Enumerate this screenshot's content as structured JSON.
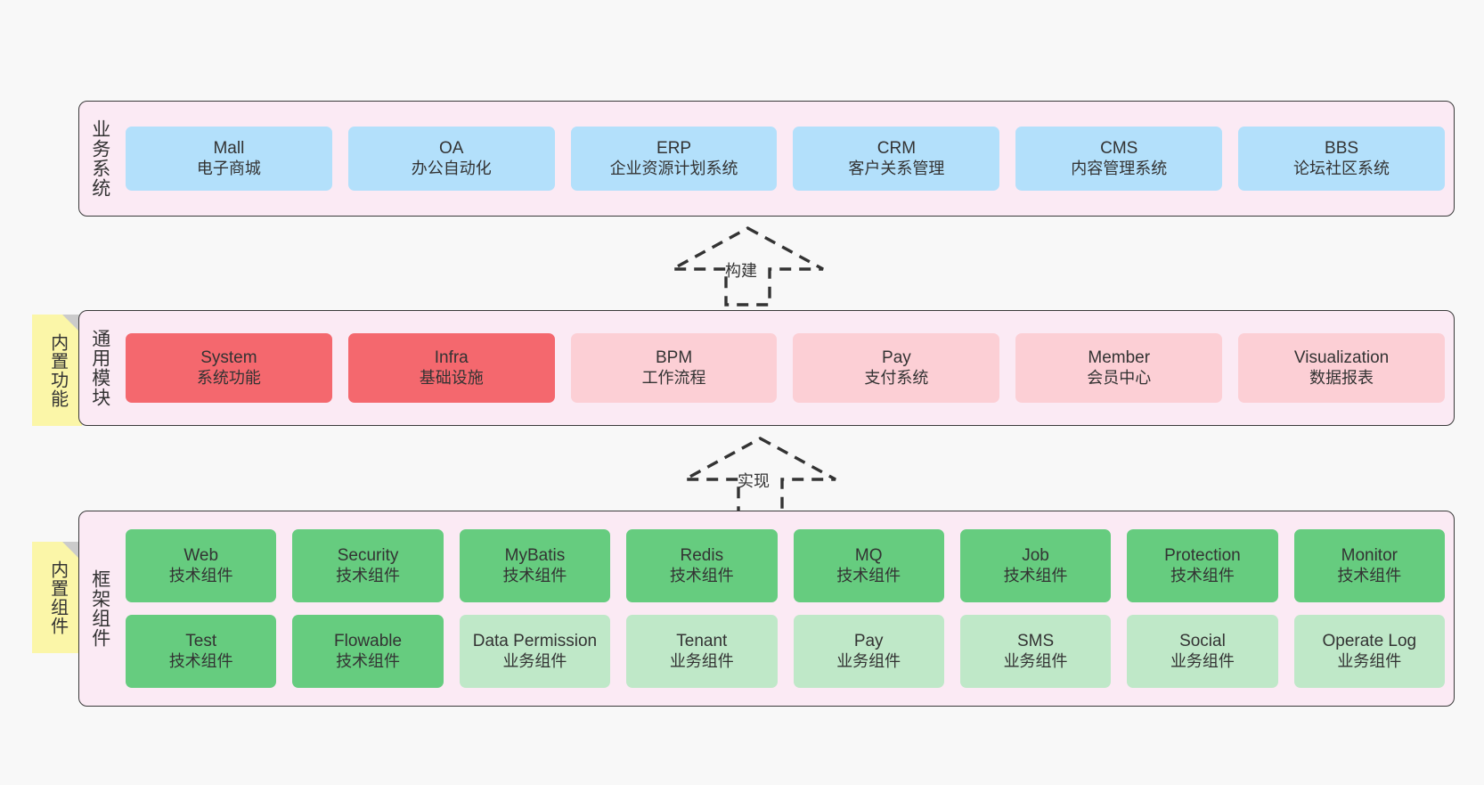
{
  "diagram": {
    "background": "#f8f8f8",
    "panel_fill": "#fbeaf4",
    "note_fill": "#fbf6a8",
    "colors": {
      "business": "#b3e0fb",
      "core_module": "#f4686e",
      "optional_module": "#fccfd5",
      "tech_component": "#66cc7f",
      "biz_component": "#bfe8c8"
    }
  },
  "layers": [
    {
      "id": "business-system",
      "title": "业务系统",
      "rows": [
        {
          "cards": [
            {
              "en": "Mall",
              "cn": "电子商城",
              "style": "blue"
            },
            {
              "en": "OA",
              "cn": "办公自动化",
              "style": "blue"
            },
            {
              "en": "ERP",
              "cn": "企业资源计划系统",
              "style": "blue"
            },
            {
              "en": "CRM",
              "cn": "客户关系管理",
              "style": "blue"
            },
            {
              "en": "CMS",
              "cn": "内容管理系统",
              "style": "blue"
            },
            {
              "en": "BBS",
              "cn": "论坛社区系统",
              "style": "blue"
            }
          ]
        }
      ]
    },
    {
      "id": "common-module",
      "title": "通用模块",
      "note": "内置功能",
      "rows": [
        {
          "cards": [
            {
              "en": "System",
              "cn": "系统功能",
              "style": "red"
            },
            {
              "en": "Infra",
              "cn": "基础设施",
              "style": "red"
            },
            {
              "en": "BPM",
              "cn": "工作流程",
              "style": "pink"
            },
            {
              "en": "Pay",
              "cn": "支付系统",
              "style": "pink"
            },
            {
              "en": "Member",
              "cn": "会员中心",
              "style": "pink"
            },
            {
              "en": "Visualization",
              "cn": "数据报表",
              "style": "pink"
            }
          ]
        }
      ]
    },
    {
      "id": "framework-component",
      "title": "框架组件",
      "note": "内置组件",
      "rows": [
        {
          "cards": [
            {
              "en": "Web",
              "cn": "技术组件",
              "style": "green"
            },
            {
              "en": "Security",
              "cn": "技术组件",
              "style": "green"
            },
            {
              "en": "MyBatis",
              "cn": "技术组件",
              "style": "green"
            },
            {
              "en": "Redis",
              "cn": "技术组件",
              "style": "green"
            },
            {
              "en": "MQ",
              "cn": "技术组件",
              "style": "green"
            },
            {
              "en": "Job",
              "cn": "技术组件",
              "style": "green"
            },
            {
              "en": "Protection",
              "cn": "技术组件",
              "style": "green"
            },
            {
              "en": "Monitor",
              "cn": "技术组件",
              "style": "green"
            }
          ]
        },
        {
          "cards": [
            {
              "en": "Test",
              "cn": "技术组件",
              "style": "green"
            },
            {
              "en": "Flowable",
              "cn": "技术组件",
              "style": "green"
            },
            {
              "en": "Data Permission",
              "cn": "业务组件",
              "style": "lightgreen"
            },
            {
              "en": "Tenant",
              "cn": "业务组件",
              "style": "lightgreen"
            },
            {
              "en": "Pay",
              "cn": "业务组件",
              "style": "lightgreen"
            },
            {
              "en": "SMS",
              "cn": "业务组件",
              "style": "lightgreen"
            },
            {
              "en": "Social",
              "cn": "业务组件",
              "style": "lightgreen"
            },
            {
              "en": "Operate Log",
              "cn": "业务组件",
              "style": "lightgreen"
            }
          ]
        }
      ]
    }
  ],
  "connectors": [
    {
      "id": "build",
      "label": "构建",
      "direction": "up",
      "style": "dashed-generalization"
    },
    {
      "id": "implement",
      "label": "实现",
      "direction": "up",
      "style": "dashed-generalization"
    }
  ]
}
